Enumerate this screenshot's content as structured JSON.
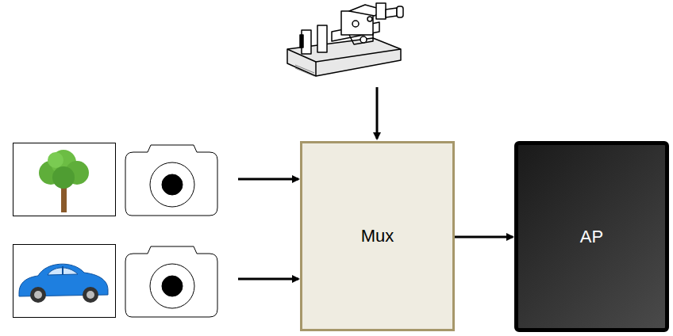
{
  "diagram": {
    "nodes": [
      {
        "text": [
          "Mux"
        ]
      },
      {
        "text": [
          "AP"
        ]
      }
    ],
    "edges": [
      {
        "from": 0,
        "to": 1,
        "arrow": "to"
      }
    ]
  }
}
